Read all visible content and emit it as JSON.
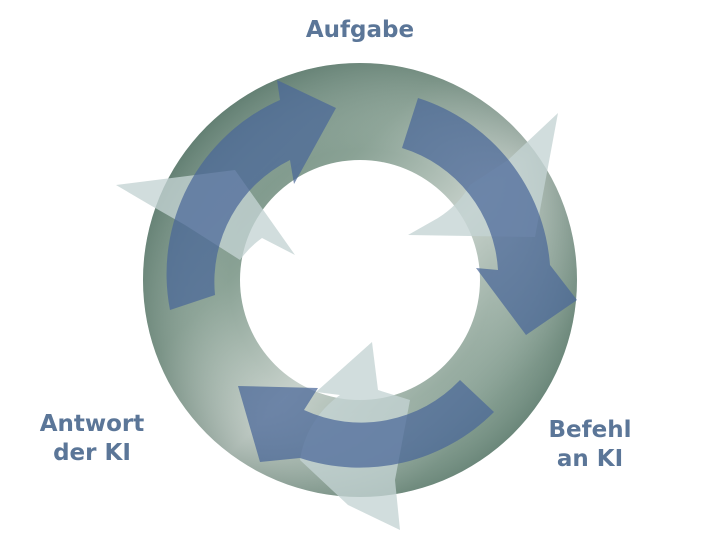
{
  "diagram": {
    "labels": {
      "top": "Aufgabe",
      "right_line1": "Befehl",
      "right_line2": "an KI",
      "left_line1": "Antwort",
      "left_line2": "der KI"
    },
    "colors": {
      "label": "#5b7698",
      "ring_dark": "#5d7d70",
      "ring_light": "#c7d1cb",
      "arrow_blue": "#4a6799",
      "arrow_pale": "#c4d3d3"
    }
  }
}
